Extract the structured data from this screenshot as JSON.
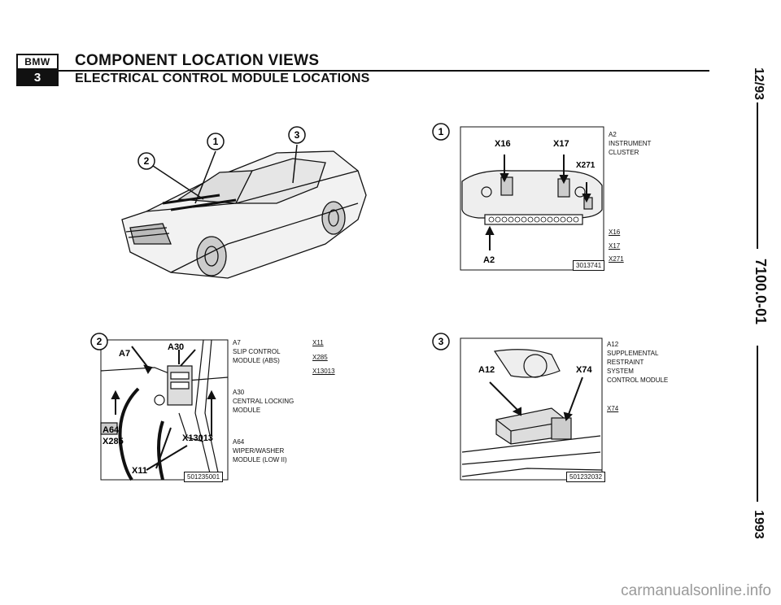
{
  "header": {
    "logo_top": "BMW",
    "logo_bottom": "3",
    "title": "COMPONENT LOCATION VIEWS",
    "subtitle": "ELECTRICAL CONTROL MODULE LOCATIONS"
  },
  "side": {
    "date": "12/93",
    "code": "7100.0-01",
    "year": "1993"
  },
  "overview": {
    "callout1": "1",
    "callout2": "2",
    "callout3": "3"
  },
  "panel1": {
    "callout": "1",
    "labels": {
      "x16": "X16",
      "x17": "X17",
      "x271": "X271",
      "a2": "A2"
    },
    "figure_id": "3013741",
    "legend": {
      "a2_code": "A2",
      "a2_desc1": "INSTRUMENT",
      "a2_desc2": "CLUSTER",
      "x16": "X16",
      "x17": "X17",
      "x271": "X271"
    }
  },
  "panel2": {
    "callout": "2",
    "labels": {
      "a7": "A7",
      "a30": "A30",
      "a64": "A64",
      "x285": "X285",
      "x13013": "X13013",
      "x11": "X11"
    },
    "figure_id": "501235001",
    "legend": {
      "a7_code": "A7",
      "a7_desc1": "SLIP CONTROL",
      "a7_desc2": "MODULE (ABS)",
      "a30_code": "A30",
      "a30_desc1": "CENTRAL LOCKING",
      "a30_desc2": "MODULE",
      "a64_code": "A64",
      "a64_desc1": "WIPER/WASHER",
      "a64_desc2": "MODULE (LOW II)",
      "x11": "X11",
      "x285": "X285",
      "x13013": "X13013"
    }
  },
  "panel3": {
    "callout": "3",
    "labels": {
      "a12": "A12",
      "x74": "X74"
    },
    "figure_id": "501232032",
    "legend": {
      "a12_code": "A12",
      "a12_desc1": "SUPPLEMENTAL",
      "a12_desc2": "RESTRAINT",
      "a12_desc3": "SYSTEM",
      "a12_desc4": "CONTROL MODULE",
      "x74": "X74"
    }
  },
  "footer": {
    "watermark": "carmanualsonline.info"
  }
}
